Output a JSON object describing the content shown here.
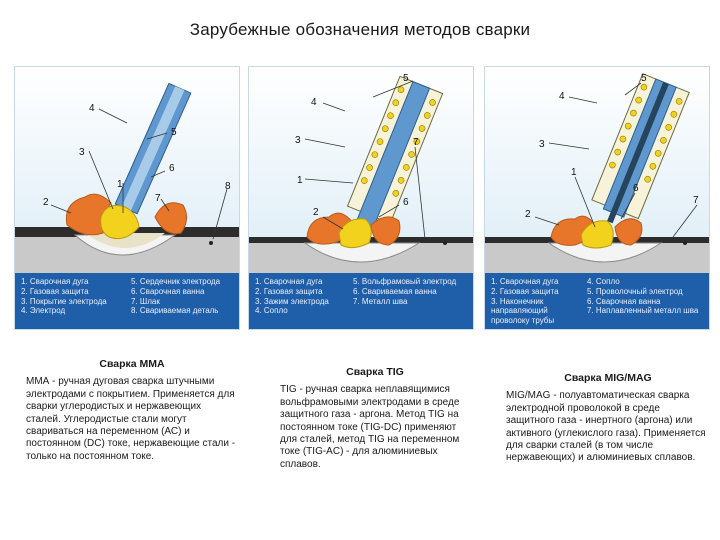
{
  "title": "Зарубежные обозначения методов сварки",
  "colors": {
    "legend_bg": "#1f5ea8",
    "sky": "#e4f0f8",
    "ground": "#c9c9c9",
    "slag": "#e8762a",
    "pool": "#f2d21c",
    "electrode": "#6fa8dc"
  },
  "panels": [
    {
      "numbers": [
        "1",
        "2",
        "3",
        "4",
        "5",
        "6",
        "7",
        "8"
      ],
      "legend_left": [
        "1. Сварочная дуга",
        "2. Газовая защита",
        "3. Покрытие электрода",
        "4. Электрод"
      ],
      "legend_right": [
        "5. Сердечник электрода",
        "6. Сварочная ванна",
        "7. Шлак",
        "8. Свариваемая деталь"
      ]
    },
    {
      "numbers": [
        "1",
        "2",
        "3",
        "4",
        "5",
        "6",
        "7"
      ],
      "legend_left": [
        "1. Сварочная дуга",
        "2. Газовая защита",
        "3. Зажим электрода",
        "4. Сопло"
      ],
      "legend_right": [
        "5. Вольфрамовый электрод",
        "6. Свариваемая ванна",
        "7. Металл шва"
      ]
    },
    {
      "numbers": [
        "1",
        "2",
        "3",
        "4",
        "5",
        "6",
        "7"
      ],
      "legend_left": [
        "1. Сварочная дуга",
        "2. Газовая защита",
        "3. Наконечник",
        "   направляющий",
        "   проволоку трубы"
      ],
      "legend_right": [
        "4. Сопло",
        "5. Проволочный электрод",
        "6. Сварочная ванна",
        "7. Наплавленный металл шва"
      ]
    }
  ],
  "descriptions": [
    {
      "heading": "Сварка ММА",
      "text": "ММА - ручная дуговая сварка штучными электродами с покрытием. Применяется для сварки углеродистых и нержавеющих сталей. Углеродистые стали могут свариваться на переменном (АС) и постоянном (DC) токе, нержавеющие стали - только на постоянном токе."
    },
    {
      "heading": "Сварка TIG",
      "text": "TIG - ручная сварка неплавящимися вольфрамовыми электродами в среде защитного газа - аргона. Метод TIG на постоянном токе (TIG-DC) применяют для сталей, метод TIG на переменном токе (TIG-AC) - для алюминиевых сплавов."
    },
    {
      "heading": "Сварка MIG/MAG",
      "text": "MIG/MAG - полуавтоматическая сварка электродной проволокой в среде защитного газа - инертного (аргона) или активного (углекислого газа). Применяется для сварки сталей (в том числе нержавеющих) и алюминиевых сплавов."
    }
  ]
}
